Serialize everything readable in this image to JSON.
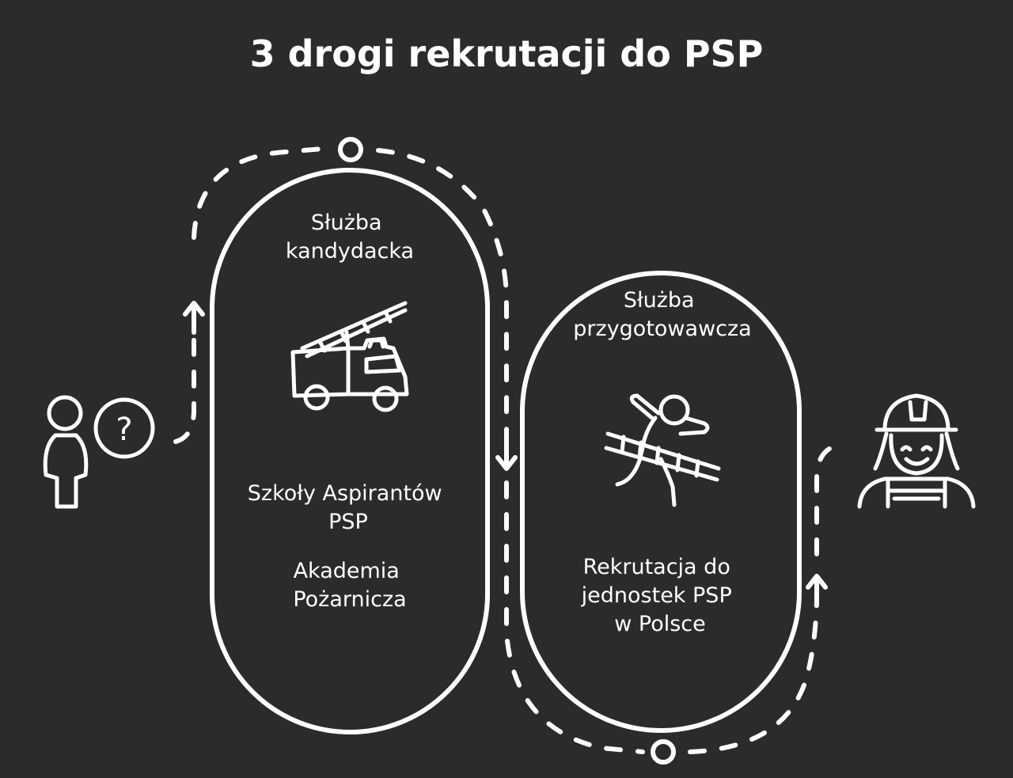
{
  "title": "3 drogi rekrutacji do PSP",
  "left_loop": {
    "heading_line1": "Służba",
    "heading_line2": "kandydacka",
    "item1_line1": "Szkoły Aspirantów",
    "item1_line2": "PSP",
    "item2_line1": "Akademia",
    "item2_line2": "Pożarnicza",
    "icon": "fire-truck-icon"
  },
  "right_loop": {
    "heading_line1": "Służba",
    "heading_line2": "przygotowawcza",
    "item1_line1": "Rekrutacja do",
    "item1_line2": "jednostek PSP",
    "item1_line3": "w Polsce",
    "icon": "finish-line-runner-icon"
  },
  "left_figure": {
    "icon": "person-question-icon",
    "question_mark": "?"
  },
  "right_figure": {
    "icon": "firefighter-icon"
  },
  "colors": {
    "background": "#2b2b2b",
    "foreground": "#ffffff"
  }
}
